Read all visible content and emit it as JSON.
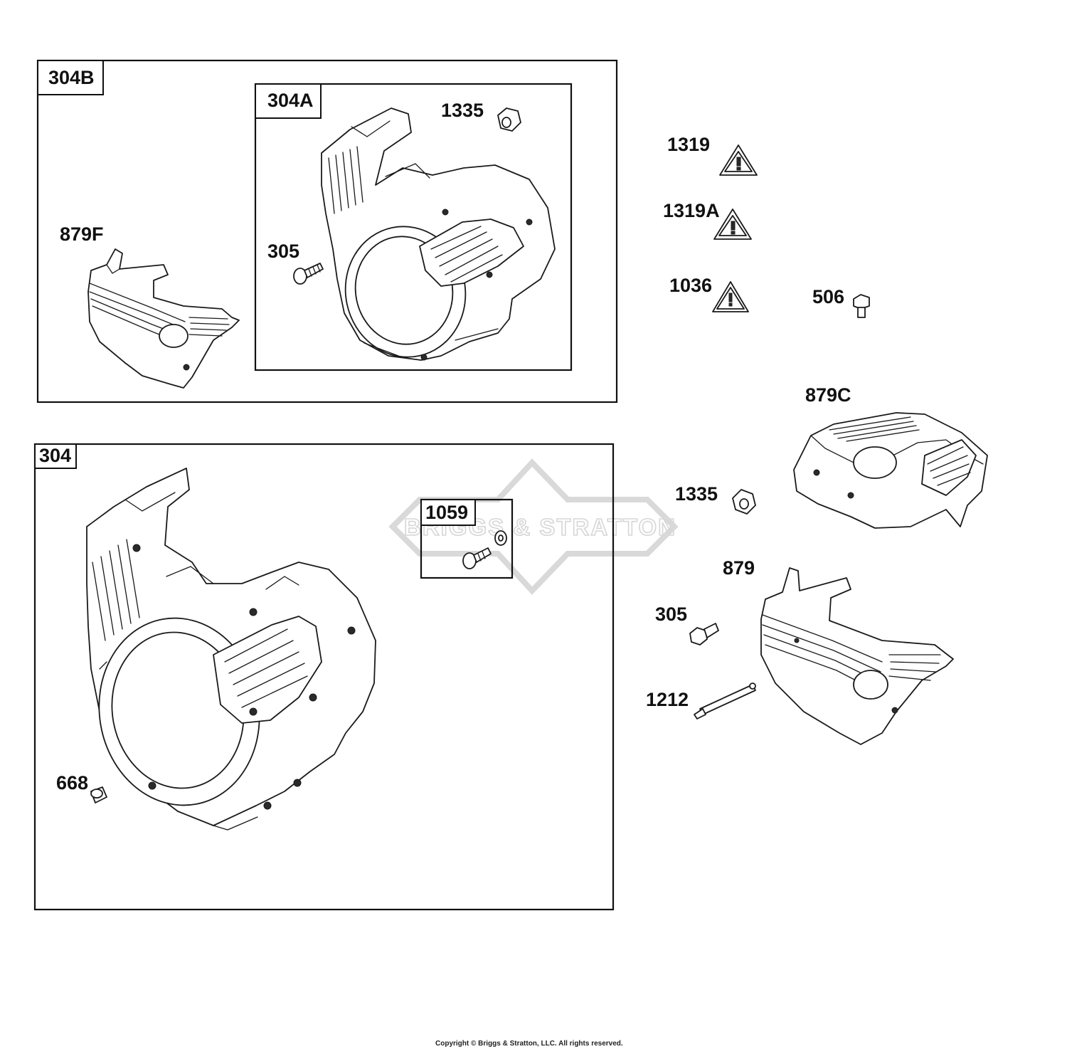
{
  "labels": {
    "l304B": "304B",
    "l304A": "304A",
    "l1335a": "1335",
    "l879F": "879F",
    "l305a": "305",
    "l1319": "1319",
    "l1319A": "1319A",
    "l1036": "1036",
    "l506": "506",
    "l879C": "879C",
    "l304": "304",
    "l1059": "1059",
    "l1335b": "1335",
    "l879": "879",
    "l305b": "305",
    "l1212": "1212",
    "l668": "668"
  },
  "watermark": "BRIGGS & STRATTON",
  "copyright": "Copyright © Briggs & Stratton, LLC. All rights reserved."
}
